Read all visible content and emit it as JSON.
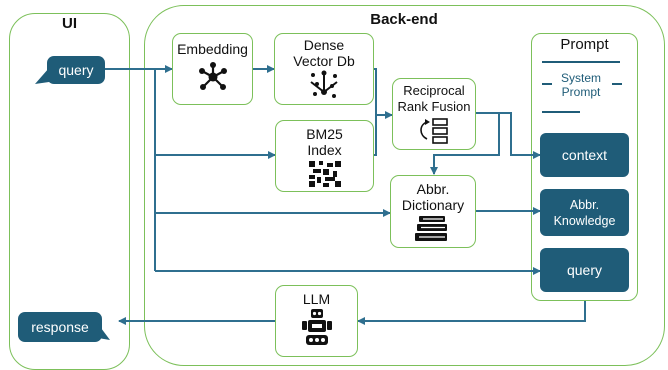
{
  "ui_panel": {
    "title": "UI",
    "query": "query",
    "response": "response"
  },
  "backend_panel": {
    "title": "Back-end"
  },
  "nodes": {
    "embedding": {
      "label": "Embedding"
    },
    "dense_db": {
      "label": "Dense\nVector Db"
    },
    "bm25": {
      "label": "BM25\nIndex"
    },
    "rrf": {
      "label": "Reciprocal\nRank Fusion"
    },
    "abbr_dict": {
      "label": "Abbr.\nDictionary"
    },
    "llm": {
      "label": "LLM"
    }
  },
  "prompt_panel": {
    "title": "Prompt",
    "system_prompt": "System\nPrompt",
    "context": "context",
    "abbr_knowledge": "Abbr.\nKnowledge",
    "query": "query"
  },
  "colors": {
    "green_border": "#7cc05a",
    "dark_blue": "#1f5c78",
    "wire": "#2f6f8f"
  }
}
